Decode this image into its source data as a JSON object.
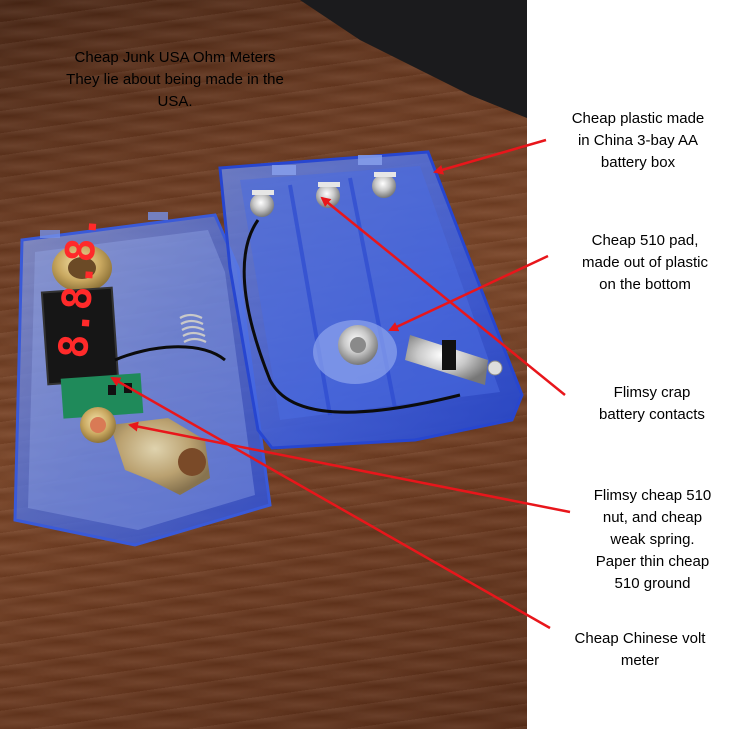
{
  "title_note": "Cheap Junk USA Ohm Meters\nThey lie about being made in the\nUSA.",
  "annotations": {
    "plastic_box": "Cheap plastic made\nin China 3-bay AA\nbattery box",
    "pad_510": "Cheap 510 pad,\nmade out of plastic\non the bottom",
    "contacts": "Flimsy crap\nbattery contacts",
    "nut_spring": "Flimsy cheap 510\nnut, and cheap\nweak spring.\nPaper thin cheap\n510 ground",
    "volt_meter": "Cheap Chinese volt\nmeter"
  },
  "voltmeter_display": "8.8.8.",
  "colors": {
    "arrow": "#e8161b",
    "box_blue": "#2f55d8",
    "wood": "#6b3a20",
    "display_red": "#ff2a2a"
  }
}
